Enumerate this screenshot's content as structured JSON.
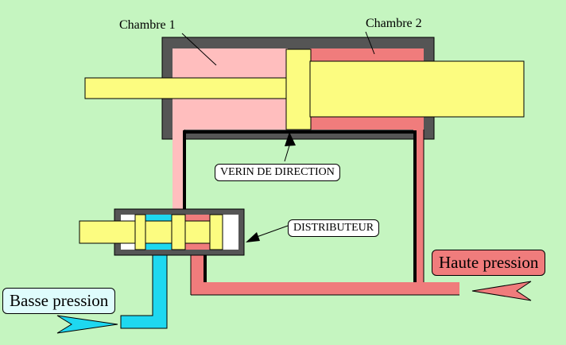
{
  "labels": {
    "chambre1": "Chambre 1",
    "chambre2": "Chambre 2",
    "verin": "VERIN DE DIRECTION",
    "distributeur": "DISTRIBUTEUR",
    "haute_pression": "Haute pression",
    "basse_pression": "Basse pression"
  },
  "colors": {
    "background": "#C5F5C0",
    "housing": "#555555",
    "chamber_low": "#FFBEBE",
    "chamber_high": "#F07C7C",
    "rod": "#FCFC80",
    "low_pressure_line": "#1ED8F0",
    "label_box_high": "#F07C7C",
    "label_box_low": "#DFFCFC"
  }
}
